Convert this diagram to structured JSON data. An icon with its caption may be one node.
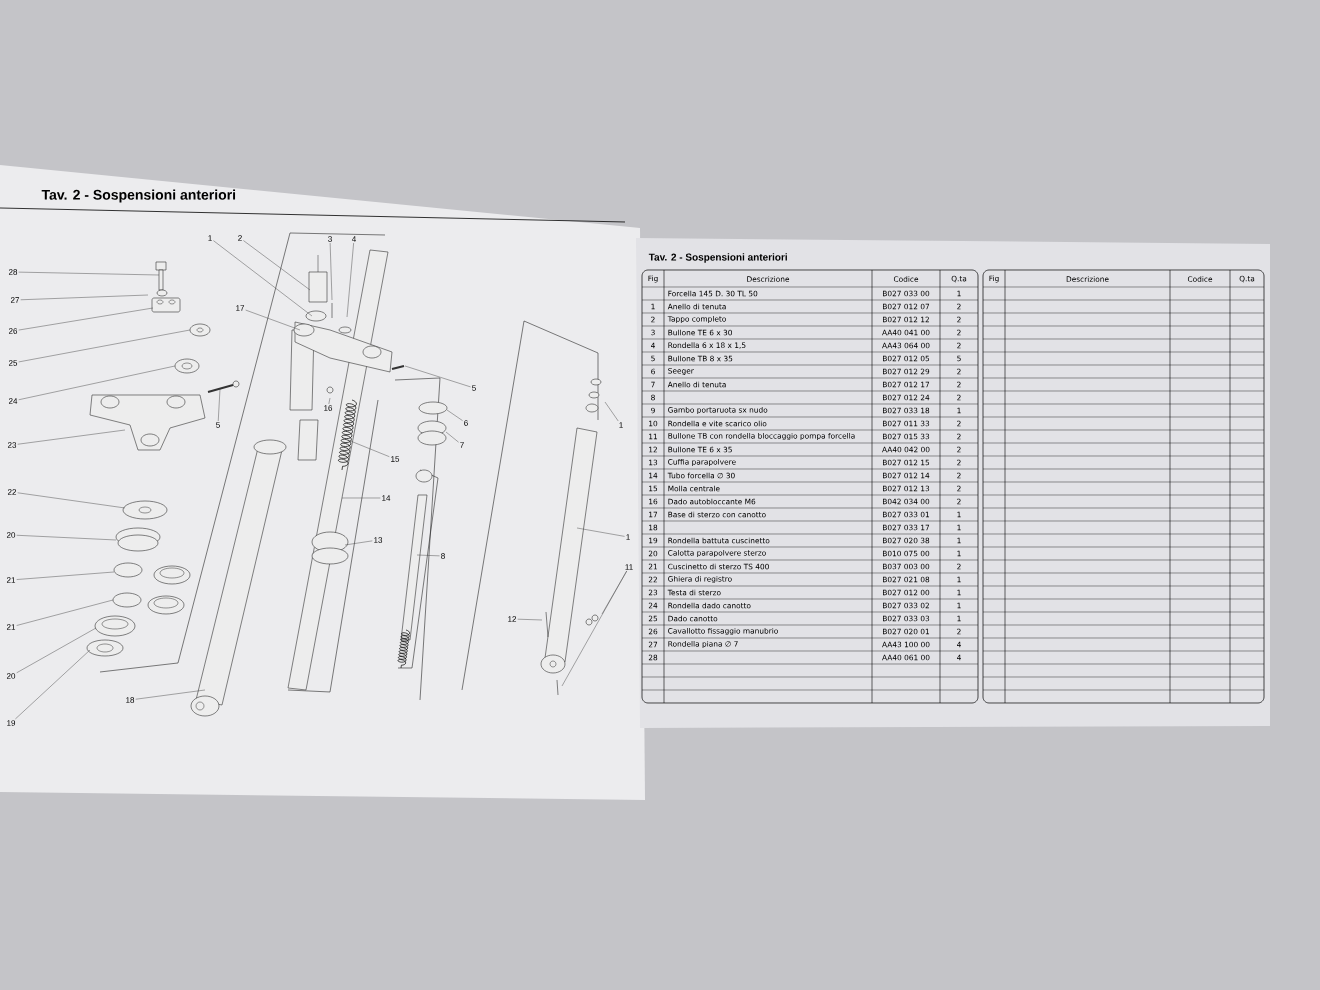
{
  "diagram": {
    "title": "Tav. 2 - Sospensioni anteriori",
    "nodes": [
      {
        "text": [
          "28"
        ]
      },
      {
        "text": [
          "27"
        ]
      },
      {
        "text": [
          "26"
        ]
      },
      {
        "text": [
          "25"
        ]
      },
      {
        "text": [
          "24"
        ]
      },
      {
        "text": [
          "23"
        ]
      },
      {
        "text": [
          "22"
        ]
      },
      {
        "text": [
          "20"
        ]
      },
      {
        "text": [
          "21"
        ]
      },
      {
        "text": [
          "21"
        ]
      },
      {
        "text": [
          "20"
        ]
      },
      {
        "text": [
          "19"
        ]
      },
      {
        "text": [
          "18"
        ]
      },
      {
        "text": [
          "1"
        ]
      },
      {
        "text": [
          "2"
        ]
      },
      {
        "text": [
          "3"
        ]
      },
      {
        "text": [
          "4"
        ]
      },
      {
        "text": [
          "17"
        ]
      },
      {
        "text": [
          "16"
        ]
      },
      {
        "text": [
          "5"
        ]
      },
      {
        "text": [
          "5"
        ]
      },
      {
        "text": [
          "6"
        ]
      },
      {
        "text": [
          "7"
        ]
      },
      {
        "text": [
          "15"
        ]
      },
      {
        "text": [
          "14"
        ]
      },
      {
        "text": [
          "13"
        ]
      },
      {
        "text": [
          "8"
        ]
      },
      {
        "text": [
          "1"
        ]
      },
      {
        "text": [
          "1"
        ]
      },
      {
        "text": [
          "11"
        ]
      },
      {
        "text": [
          "12"
        ]
      }
    ],
    "edges": [
      {
        "from": 0,
        "to": null,
        "arrow": "none"
      },
      {
        "from": 1,
        "to": null,
        "arrow": "none"
      },
      {
        "from": 2,
        "to": null,
        "arrow": "none"
      },
      {
        "from": 3,
        "to": null,
        "arrow": "none"
      },
      {
        "from": 4,
        "to": null,
        "arrow": "none"
      },
      {
        "from": 5,
        "to": null,
        "arrow": "none"
      },
      {
        "from": 6,
        "to": null,
        "arrow": "none"
      },
      {
        "from": 7,
        "to": null,
        "arrow": "none"
      },
      {
        "from": 8,
        "to": null,
        "arrow": "none"
      },
      {
        "from": 9,
        "to": null,
        "arrow": "none"
      },
      {
        "from": 10,
        "to": null,
        "arrow": "none"
      },
      {
        "from": 11,
        "to": null,
        "arrow": "none"
      },
      {
        "from": 12,
        "to": null,
        "arrow": "none"
      },
      {
        "from": 13,
        "to": null,
        "arrow": "none"
      },
      {
        "from": 14,
        "to": null,
        "arrow": "none"
      },
      {
        "from": 15,
        "to": null,
        "arrow": "none"
      },
      {
        "from": 16,
        "to": null,
        "arrow": "none"
      },
      {
        "from": 17,
        "to": null,
        "arrow": "none"
      },
      {
        "from": 18,
        "to": null,
        "arrow": "none"
      },
      {
        "from": 19,
        "to": null,
        "arrow": "none"
      },
      {
        "from": 20,
        "to": null,
        "arrow": "none"
      },
      {
        "from": 21,
        "to": null,
        "arrow": "none"
      },
      {
        "from": 22,
        "to": null,
        "arrow": "none"
      },
      {
        "from": 23,
        "to": null,
        "arrow": "none"
      },
      {
        "from": 24,
        "to": null,
        "arrow": "none"
      },
      {
        "from": 25,
        "to": null,
        "arrow": "none"
      },
      {
        "from": 26,
        "to": null,
        "arrow": "none"
      },
      {
        "from": 27,
        "to": null,
        "arrow": "none"
      },
      {
        "from": 28,
        "to": null,
        "arrow": "none"
      },
      {
        "from": 29,
        "to": null,
        "arrow": "none"
      },
      {
        "from": 29,
        "to": null,
        "arrow": "none"
      },
      {
        "from": 30,
        "to": null,
        "arrow": "none"
      }
    ],
    "labels": [
      "Tav. 2 - Sospensioni anteriori",
      "Fig",
      "Descrizione",
      "Codice",
      "Q.ta",
      "Fig",
      "Descrizione",
      "Codice",
      "Q.ta",
      "Forcella 145 D. 30 TL 50",
      "B027 033 00",
      "1",
      "1",
      "Anello di tenuta",
      "B027 012 07",
      "2",
      "2",
      "Tappo completo",
      "B027 012 12",
      "2",
      "3",
      "Bullone TE 6 x 30",
      "AA40 041 00",
      "2",
      "4",
      "Rondella 6 x 18 x 1,5",
      "AA43 064 00",
      "2",
      "5",
      "Bullone TB 8 x 35",
      "B027 012 05",
      "5",
      "6",
      "Seeger",
      "B027 012 29",
      "2",
      "7",
      "Anello di tenuta",
      "B027 012 17",
      "2",
      "8",
      "B027 012 24",
      "2",
      "9",
      "Gambo portaruota sx nudo",
      "B027 033 18",
      "1",
      "10",
      "Rondella e vite scarico olio",
      "B027 011 33",
      "2",
      "11",
      "Bullone TB con rondella bloccaggio pompa forcella",
      "B027 015 33",
      "2",
      "12",
      "Bullone TE 6 x 35",
      "AA40 042 00",
      "2",
      "13",
      "Cuffia parapolvere",
      "B027 012 15",
      "2",
      "14",
      "Tubo forcella ∅ 30",
      "B027 012 14",
      "2",
      "15",
      "Molla centrale",
      "B027 012 13",
      "2",
      "16",
      "Dado autobloccante M6",
      "B042 034 00",
      "2",
      "17",
      "Base di sterzo con canotto",
      "B027 033 01",
      "1",
      "18",
      "B027 033 17",
      "1",
      "19",
      "Rondella battuta cuscinetto",
      "B027 020 38",
      "1",
      "20",
      "Calotta parapolvere sterzo",
      "B010 075 00",
      "1",
      "21",
      "Cuscinetto di sterzo TS 400",
      "B037 003 00",
      "2",
      "22",
      "Ghiera di registro",
      "B027 021 08",
      "1",
      "23",
      "Testa di sterzo",
      "B027 012 00",
      "1",
      "24",
      "Rondella dado canotto",
      "B027 033 02",
      "1",
      "25",
      "Dado canotto",
      "B027 033 03",
      "1",
      "26",
      "Cavallotto fissaggio manubrio",
      "B027 020 01",
      "2",
      "27",
      "Rondella piana ∅ 7",
      "AA43 100 00",
      "4",
      "28",
      "AA40 061 00",
      "4"
    ]
  }
}
